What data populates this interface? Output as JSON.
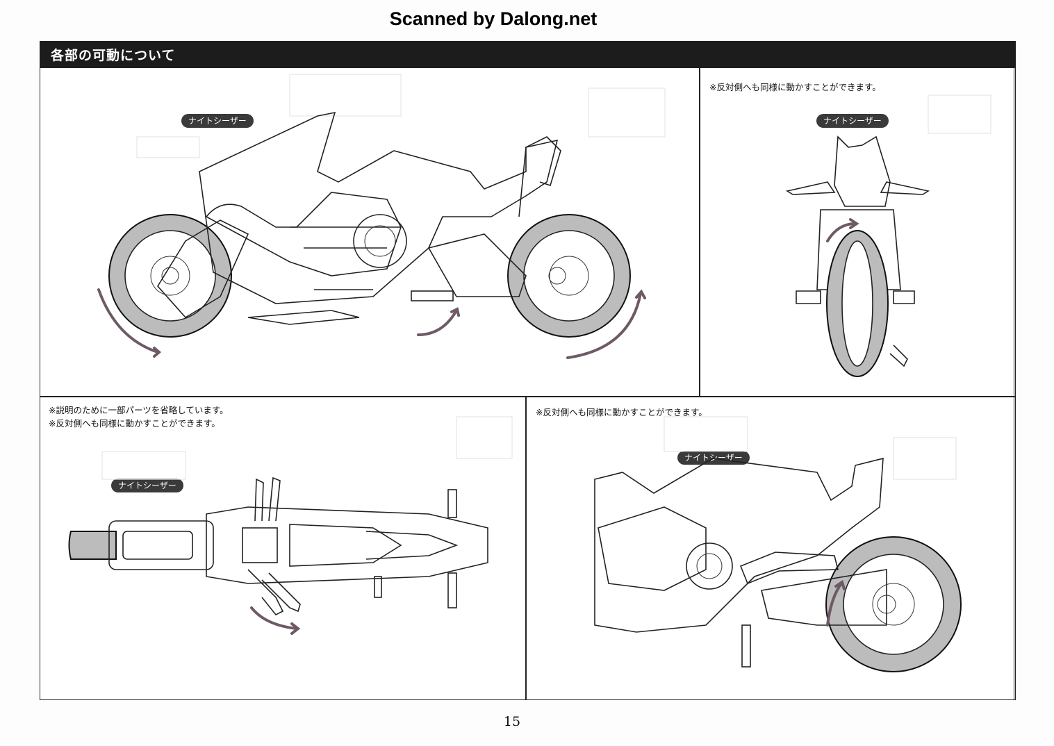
{
  "scan_credit": "Scanned by Dalong.net",
  "header": {
    "title": "各部の可動について"
  },
  "panels": {
    "side_view": {
      "label": "ナイトシーザー"
    },
    "rear_view": {
      "note": "※反対側へも同様に動かすことができます。",
      "label": "ナイトシーザー"
    },
    "top_view": {
      "notes": [
        "※説明のために一部パーツを省略しています。",
        "※反対側へも同様に動かすことができます。"
      ],
      "label": "ナイトシーザー"
    },
    "swingarm_view": {
      "note": "※反対側へも同様に動かすことができます。",
      "label": "ナイトシーザー"
    }
  },
  "page_number": "15",
  "colors": {
    "header_bg": "#1c1c1c",
    "pill_bg": "#3a3a3a",
    "arrow": "#6e5a66",
    "tire": "#bcbcbc"
  }
}
